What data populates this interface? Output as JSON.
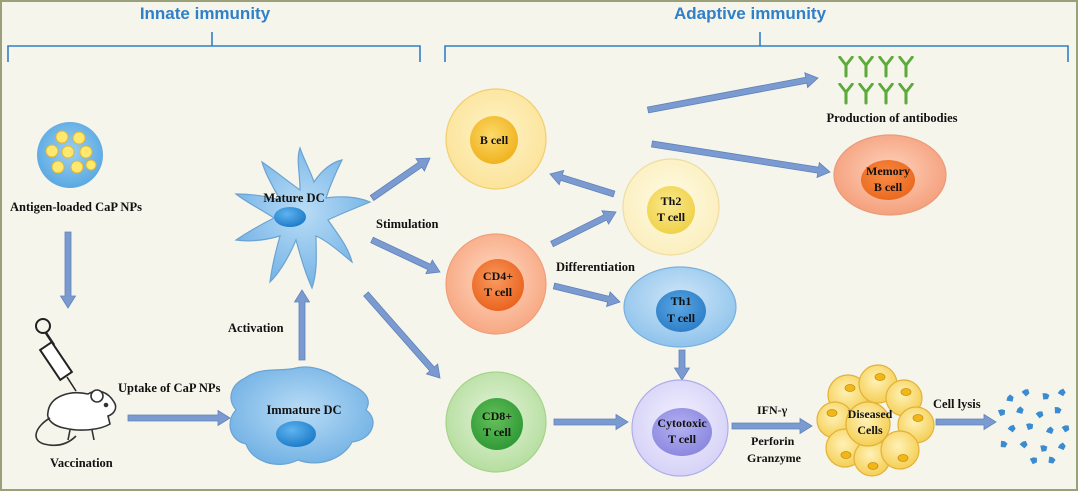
{
  "headers": {
    "innate": "Innate immunity",
    "adaptive": "Adaptive immunity"
  },
  "labels": {
    "antigen_loaded": "Antigen-loaded  CaP NPs",
    "vaccination": "Vaccination",
    "uptake": "Uptake of  CaP NPs",
    "immature_dc": "Immature  DC",
    "activation": "Activation",
    "mature_dc": "Mature DC",
    "stimulation": "Stimulation",
    "differentiation": "Differentiation",
    "production_antibodies": "Production of antibodies",
    "cell_lysis": "Cell lysis",
    "ifn": "IFN-γ",
    "perforin": "Perforin",
    "granzyme": "Granzyme"
  },
  "cells": {
    "b_cell": "B cell",
    "cd4_line1": "CD4+",
    "cd4_line2": "T cell",
    "cd8_line1": "CD8+",
    "cd8_line2": "T cell",
    "th2_line1": "Th2",
    "th2_line2": "T cell",
    "th1_line1": "Th1",
    "th1_line2": "T cell",
    "memory_line1": "Memory",
    "memory_line2": "B cell",
    "cytotoxic_line1": "Cytotoxic",
    "cytotoxic_line2": "T cell",
    "diseased_line1": "Diseased",
    "diseased_line2": "Cells"
  },
  "colors": {
    "header": "#2f80c8",
    "arrow": "#7b9bd0",
    "antibody": "#5caa3a",
    "b_cell": "#f7c23a",
    "cd4": "#f0773a",
    "cd8": "#3aa63f",
    "th1": "#3a8bd0",
    "th2": "#f0d450",
    "memory": "#f0773a",
    "cytotoxic": "#8f8ce0",
    "dc": "#8fc3ec"
  },
  "icons": [
    "nanoparticle-cluster-icon",
    "syringe-icon",
    "mouse-icon",
    "antibody-icon",
    "debris-icon"
  ]
}
